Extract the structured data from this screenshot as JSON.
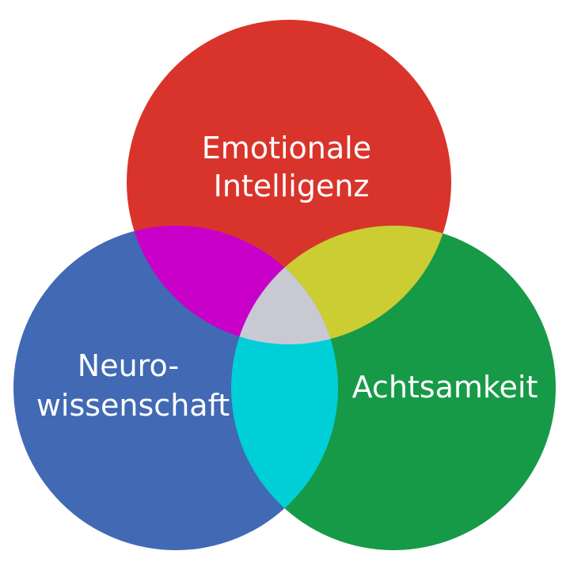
{
  "diagram": {
    "type": "venn",
    "sets": [
      {
        "id": "top",
        "label_lines": [
          "Emotionale",
          "Intelligenz"
        ],
        "color": "#d9342b"
      },
      {
        "id": "left",
        "label_lines": [
          "Neuro-",
          "wissenschaft"
        ],
        "color": "#4169b4"
      },
      {
        "id": "right",
        "label_lines": [
          "Achtsamkeit"
        ],
        "color": "#179a48"
      }
    ],
    "overlaps": {
      "top_left": "#c800c8",
      "top_right": "#cccc33",
      "left_right": "#00cfd8",
      "all": "#c9c9d3"
    }
  }
}
